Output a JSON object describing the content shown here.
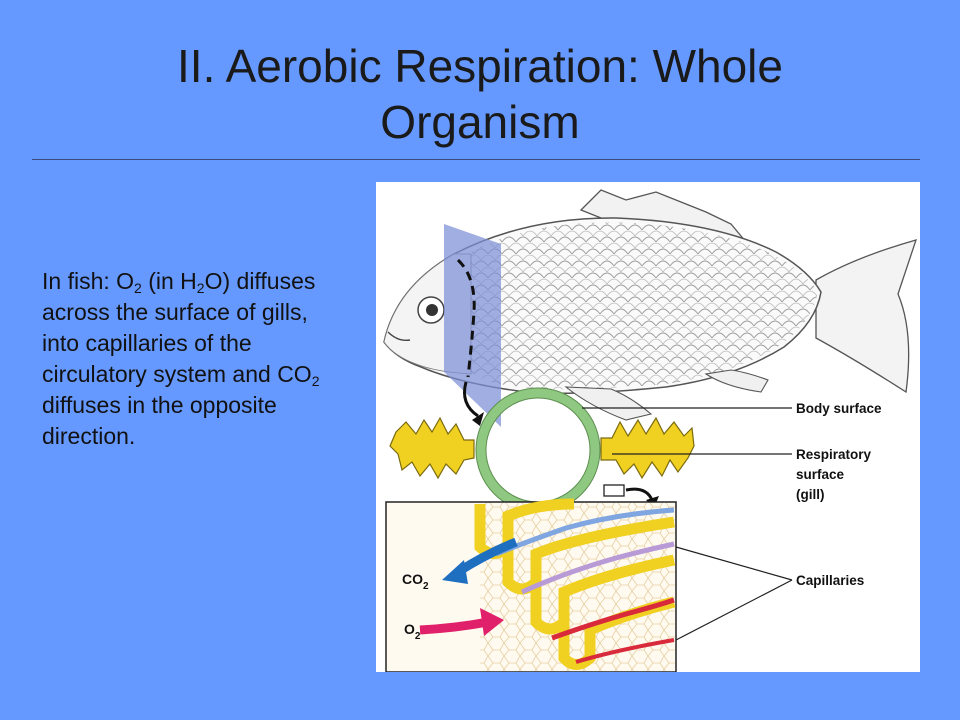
{
  "slide": {
    "title_line1": "II. Aerobic Respiration: Whole",
    "title_line2": "Organism",
    "body": {
      "p1": "In fish: O",
      "s1": "2",
      "p2": " (in H",
      "s2": "2",
      "p3": "O) diffuses across the surface of gills, into capillaries of the circulatory system and CO",
      "s3": "2",
      "p4": " diffuses in the opposite direction."
    }
  },
  "figure": {
    "labels": {
      "body_surface": "Body surface",
      "respiratory_line1": "Respiratory",
      "respiratory_line2": "surface",
      "respiratory_line3": "(gill)",
      "capillaries": "Capillaries",
      "co2_main": "CO",
      "co2_sub": "2",
      "o2_main": "O",
      "o2_sub": "2"
    },
    "colors": {
      "background": "#6699ff",
      "gill": "#f0d020",
      "body_ring": "#8fc880",
      "co2_arrow": "#1e6fc0",
      "o2_arrow": "#e0206a",
      "plane": "#7d8fd6"
    }
  }
}
